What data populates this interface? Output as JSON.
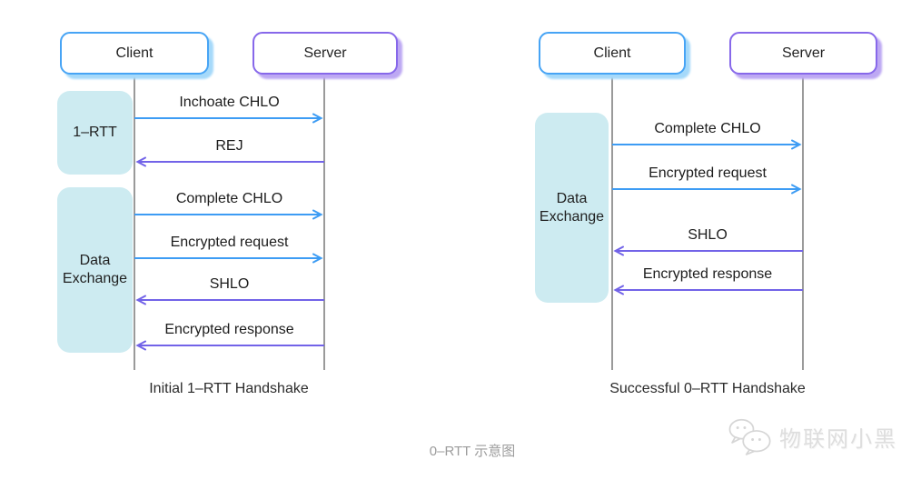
{
  "footer": {
    "caption": "0–RTT 示意图"
  },
  "watermark": {
    "text": "物联网小黑",
    "icon": "wechat-logo"
  },
  "colors": {
    "client_border_blue": "#47a4f5",
    "client_shadow_blue": "#a5d9fa",
    "server_border_purple": "#8768ea",
    "server_shadow_purple": "#bda8f3",
    "arrow_blue": "#3d9cf4",
    "arrow_purple": "#7263e8",
    "phase_fill_cyan": "#cdebf1",
    "lifeline_gray": "#9a9a9a",
    "caption_gray": "#9c9c9c",
    "watermark_gray": "#dedede"
  },
  "diagrams": [
    {
      "caption": "Initial 1–RTT Handshake",
      "actors": [
        {
          "label": "Client",
          "color": "blue"
        },
        {
          "label": "Server",
          "color": "purple"
        }
      ],
      "phases": [
        {
          "label": "1–RTT"
        },
        {
          "label": "Data Exchange"
        }
      ],
      "messages": [
        {
          "label": "Inchoate CHLO",
          "direction": "client-to-server",
          "color": "blue"
        },
        {
          "label": "REJ",
          "direction": "server-to-client",
          "color": "purple"
        },
        {
          "label": "Complete CHLO",
          "direction": "client-to-server",
          "color": "blue"
        },
        {
          "label": "Encrypted request",
          "direction": "client-to-server",
          "color": "blue"
        },
        {
          "label": "SHLO",
          "direction": "server-to-client",
          "color": "purple"
        },
        {
          "label": "Encrypted response",
          "direction": "server-to-client",
          "color": "purple"
        }
      ]
    },
    {
      "caption": "Successful 0–RTT Handshake",
      "actors": [
        {
          "label": "Client",
          "color": "blue"
        },
        {
          "label": "Server",
          "color": "purple"
        }
      ],
      "phases": [
        {
          "label": "Data Exchange"
        }
      ],
      "messages": [
        {
          "label": "Complete CHLO",
          "direction": "client-to-server",
          "color": "blue"
        },
        {
          "label": "Encrypted request",
          "direction": "client-to-server",
          "color": "blue"
        },
        {
          "label": "SHLO",
          "direction": "server-to-client",
          "color": "purple"
        },
        {
          "label": "Encrypted response",
          "direction": "server-to-client",
          "color": "purple"
        }
      ]
    }
  ]
}
